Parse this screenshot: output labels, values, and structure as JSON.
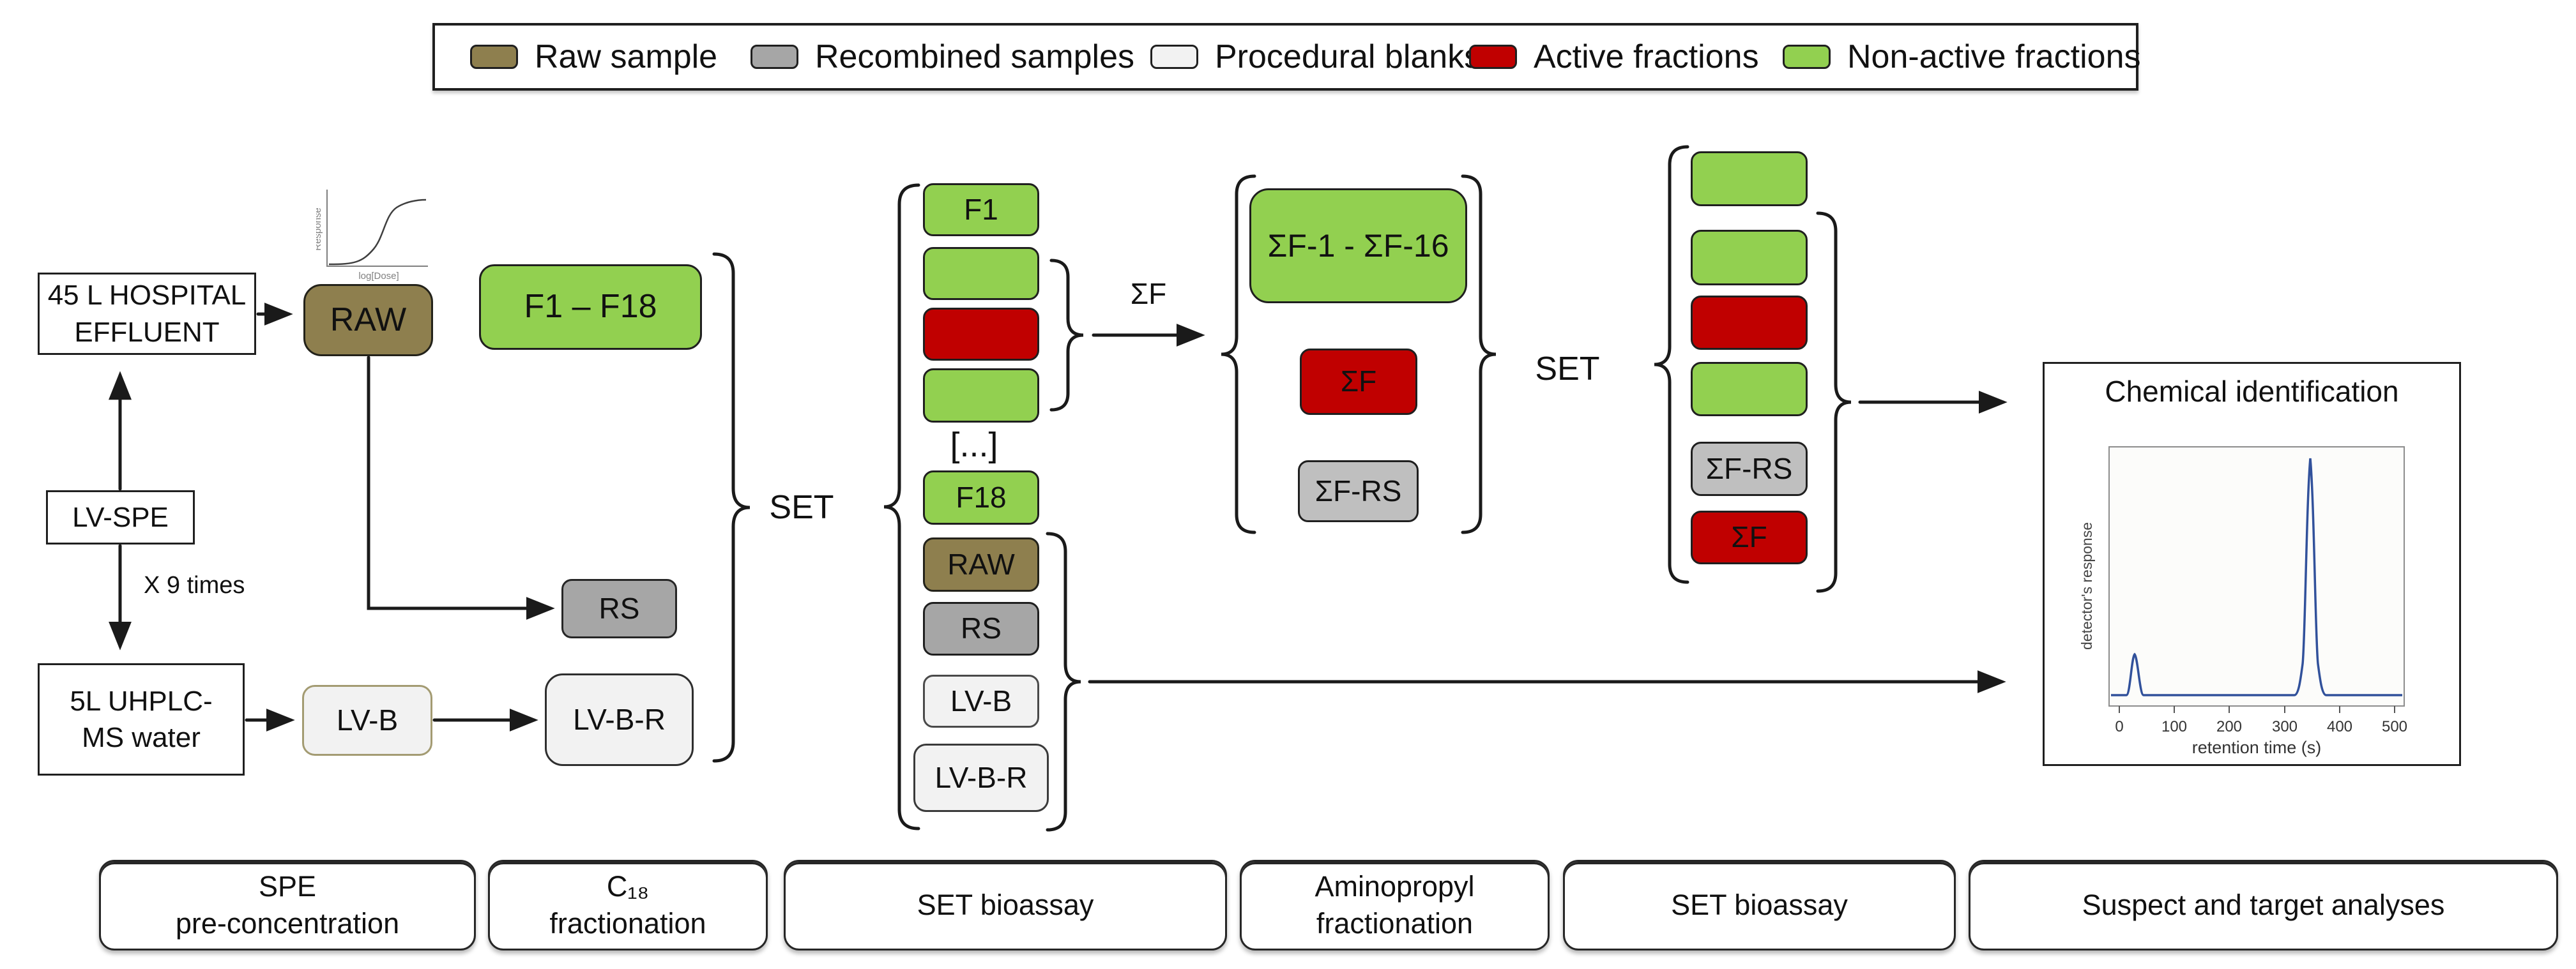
{
  "legend": {
    "items": [
      {
        "label": "Raw sample",
        "color_name": "olive",
        "color": "#8e7f4e"
      },
      {
        "label": "Recombined samples",
        "color_name": "gray",
        "color": "#a6a6a6"
      },
      {
        "label": "Procedural blanks",
        "color_name": "blank",
        "color": "#f2f2f2"
      },
      {
        "label": "Active fractions",
        "color_name": "red",
        "color": "#c00000"
      },
      {
        "label": "Non-active fractions",
        "color_name": "green",
        "color": "#92d050"
      }
    ]
  },
  "left_flow": {
    "source_line1": "45 L HOSPITAL",
    "source_line2": "EFFLUENT",
    "raw": "RAW",
    "lv_spe": "LV-SPE",
    "times": "X 9 times",
    "water_line1": "5L UHPLC-",
    "water_line2": "MS water",
    "lv_b": "LV-B",
    "lv_b_r": "LV-B-R",
    "rs": "RS",
    "f_range": "F1 – F18"
  },
  "set_labels": {
    "first": "SET",
    "second": "SET"
  },
  "sigma_arrow": {
    "label": "ΣF"
  },
  "column2": {
    "items": [
      {
        "label": "F1",
        "color_name": "green"
      },
      {
        "label": "",
        "color_name": "green"
      },
      {
        "label": "",
        "color_name": "red"
      },
      {
        "label": "",
        "color_name": "green"
      },
      {
        "label": "[...]",
        "color_name": "none"
      },
      {
        "label": "F18",
        "color_name": "green"
      },
      {
        "label": "RAW",
        "color_name": "olive"
      },
      {
        "label": "RS",
        "color_name": "gray"
      },
      {
        "label": "LV-B",
        "color_name": "blank"
      },
      {
        "label": "LV-B-R",
        "color_name": "blank"
      }
    ]
  },
  "group4": {
    "items": [
      {
        "label": "ΣF-1 - ΣF-16",
        "color_name": "green"
      },
      {
        "label": "ΣF",
        "color_name": "red"
      },
      {
        "label": "ΣF-RS",
        "color_name": "light_gray"
      }
    ]
  },
  "column5": {
    "items": [
      {
        "label": "",
        "color_name": "green"
      },
      {
        "label": "",
        "color_name": "green"
      },
      {
        "label": "",
        "color_name": "red"
      },
      {
        "label": "",
        "color_name": "green"
      },
      {
        "label": "ΣF-RS",
        "color_name": "light_gray"
      },
      {
        "label": "ΣF",
        "color_name": "red"
      }
    ]
  },
  "chemical": {
    "title": "Chemical identification",
    "ylabel": "detector's response",
    "xlabel": "retention time (s)",
    "ticks": [
      "0",
      "100",
      "200",
      "300",
      "400",
      "500"
    ]
  },
  "mini_plot": {
    "ylabel": "Response",
    "xlabel": "log[Dose]"
  },
  "stages": [
    {
      "line1": "SPE",
      "line2": "pre-concentration"
    },
    {
      "line1": "C₁₈",
      "line2": "fractionation"
    },
    {
      "line1": "SET bioassay"
    },
    {
      "line1": "Aminopropyl",
      "line2": "fractionation"
    },
    {
      "line1": "SET bioassay"
    },
    {
      "line1": "Suspect and target analyses"
    }
  ],
  "colors": {
    "non_active_green": "#92d050",
    "active_red": "#c00000",
    "raw_olive": "#8e7f4e",
    "recombined_gray": "#a6a6a6",
    "sigma_rs_light_gray": "#bfbfbf",
    "procedural_blank": "#f2f2f2",
    "chromatogram_blue": "#31519b"
  },
  "chart_data": [
    {
      "type": "line",
      "title": "Chemical identification",
      "xlabel": "retention time (s)",
      "ylabel": "detector's response",
      "xlim": [
        0,
        500
      ],
      "xticks": [
        0,
        100,
        200,
        300,
        400,
        500
      ],
      "grid": false,
      "series": [
        {
          "name": "chromatogram",
          "x": [
            0,
            15,
            22,
            28,
            34,
            41,
            100,
            200,
            300,
            325,
            335,
            345,
            350,
            355,
            365,
            375,
            390,
            500
          ],
          "y": [
            0.02,
            0.02,
            0.05,
            0.18,
            0.05,
            0.02,
            0.02,
            0.02,
            0.02,
            0.03,
            0.1,
            0.55,
            1.0,
            0.55,
            0.1,
            0.03,
            0.02,
            0.02
          ]
        }
      ],
      "annotations": [
        "small peak near 28 s (rel. height ~0.18)",
        "large peak near 350 s (rel. height 1.0)"
      ]
    },
    {
      "type": "line",
      "title": "",
      "xlabel": "log[Dose]",
      "ylabel": "Response",
      "grid": false,
      "series": [
        {
          "name": "dose-response sigmoid",
          "x": [
            0,
            0.2,
            0.4,
            0.5,
            0.6,
            0.8,
            1.0
          ],
          "y": [
            0.02,
            0.04,
            0.2,
            0.5,
            0.8,
            0.97,
            1.0
          ]
        }
      ]
    }
  ]
}
